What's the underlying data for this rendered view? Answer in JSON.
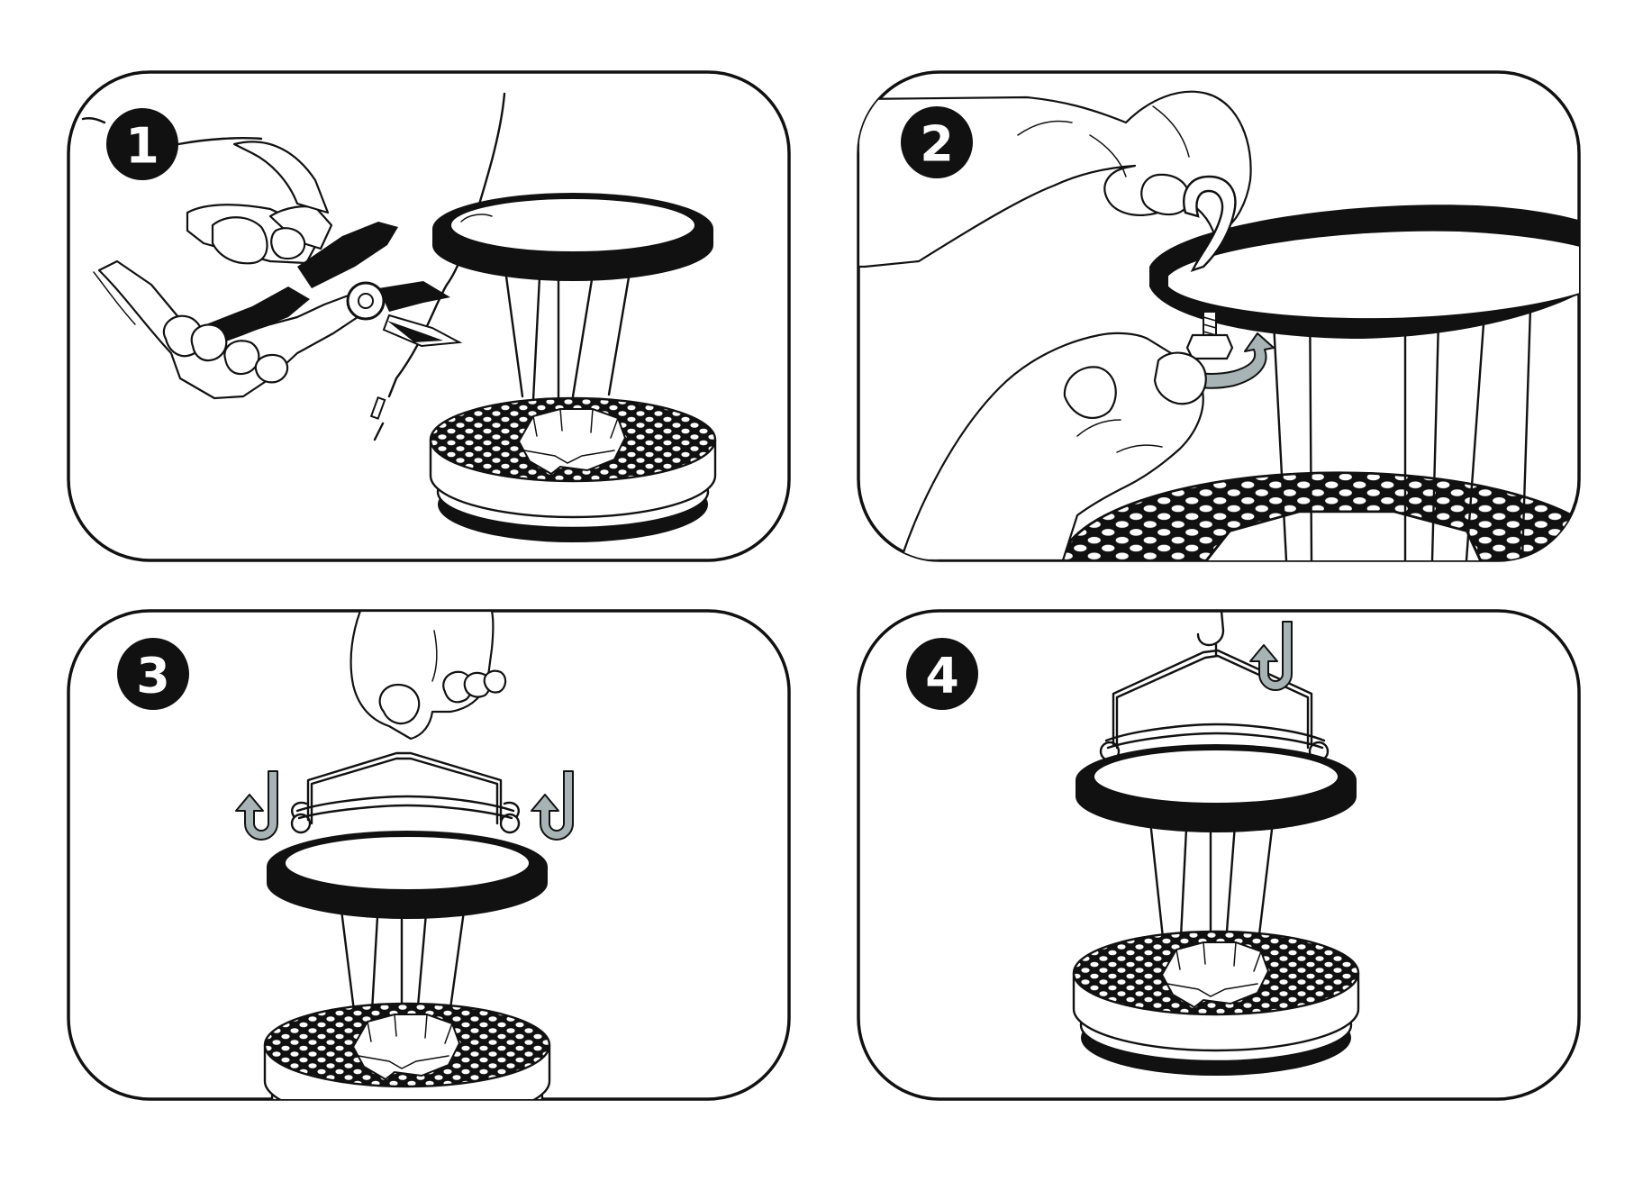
{
  "steps": [
    {
      "number": "1"
    },
    {
      "number": "2"
    },
    {
      "number": "3"
    },
    {
      "number": "4"
    }
  ],
  "colors": {
    "ink": "#111111",
    "paper": "#ffffff",
    "arrow": "#a7b3b5"
  },
  "icons": [
    "pliers-icon",
    "hand-icon",
    "lantern-icon",
    "hook-icon",
    "twist-arrow-icon"
  ]
}
